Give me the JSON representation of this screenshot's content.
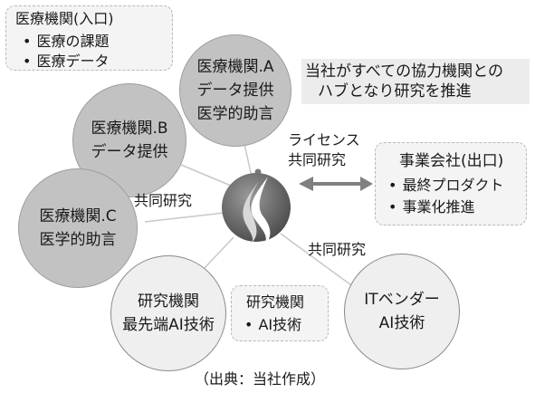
{
  "entry_box": {
    "title": "医療機関(入口)",
    "items": [
      "医療の課題",
      "医療データ"
    ]
  },
  "hospital_a": {
    "line1": "医療機関.A",
    "line2": "データ提供",
    "line3": "医学的助言"
  },
  "hospital_b": {
    "line1": "医療機関.B",
    "line2": "データ提供"
  },
  "hospital_c": {
    "line1": "医療機関.C",
    "line2": "医学的助言"
  },
  "research_circle": {
    "line1": "研究機関",
    "line2": "最先端AI技術"
  },
  "research_box": {
    "title": "研究機関",
    "items": [
      "AI技術"
    ]
  },
  "it_vendor": {
    "line1": "ITベンダー",
    "line2": "AI技術"
  },
  "hub_note": {
    "line1": "当社がすべての協力機関との",
    "line2": "ハブとなり研究を推進"
  },
  "license_label": {
    "line1": "ライセンス",
    "line2": "共同研究"
  },
  "exit_box": {
    "title": "事業会社(出口)",
    "items": [
      "最終プロダクト",
      "事業化推進"
    ]
  },
  "joint_research_left": "共同研究",
  "joint_research_right": "共同研究",
  "caption": "（出典：当社作成）",
  "colors": {
    "dark_circle": "#c2c2c2",
    "light_circle": "#efefef",
    "note_bg": "#ececec",
    "arrow": "#808080"
  }
}
